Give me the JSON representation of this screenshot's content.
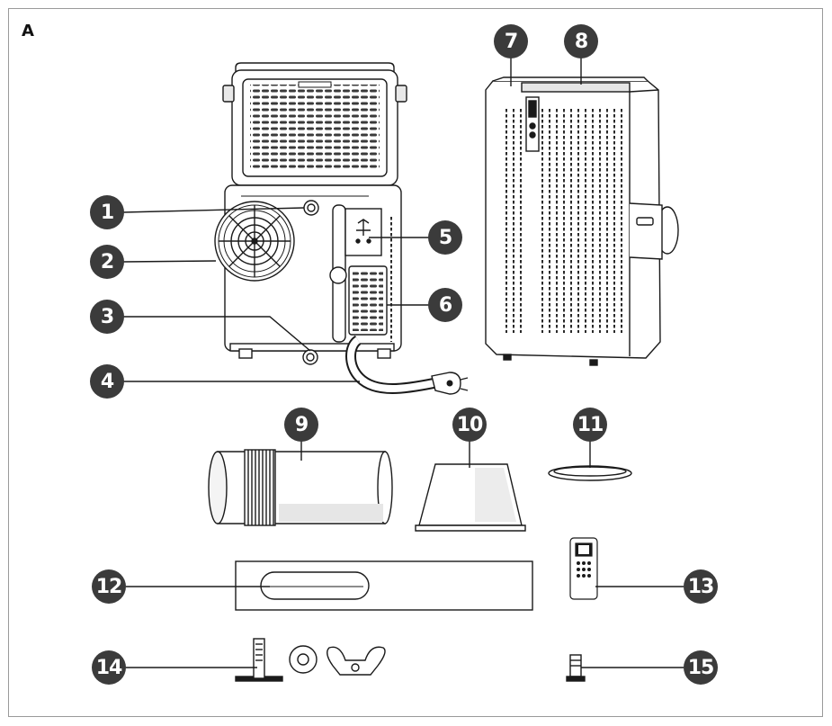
{
  "figure": {
    "panel_label": "A",
    "callouts": [
      {
        "id": "c1",
        "label": "1"
      },
      {
        "id": "c2",
        "label": "2"
      },
      {
        "id": "c3",
        "label": "3"
      },
      {
        "id": "c4",
        "label": "4"
      },
      {
        "id": "c5",
        "label": "5"
      },
      {
        "id": "c6",
        "label": "6"
      },
      {
        "id": "c7",
        "label": "7"
      },
      {
        "id": "c8",
        "label": "8"
      },
      {
        "id": "c9",
        "label": "9"
      },
      {
        "id": "c10",
        "label": "10"
      },
      {
        "id": "c11",
        "label": "11"
      },
      {
        "id": "c12",
        "label": "12"
      },
      {
        "id": "c13",
        "label": "13"
      },
      {
        "id": "c14",
        "label": "14"
      },
      {
        "id": "c15",
        "label": "15"
      }
    ]
  }
}
